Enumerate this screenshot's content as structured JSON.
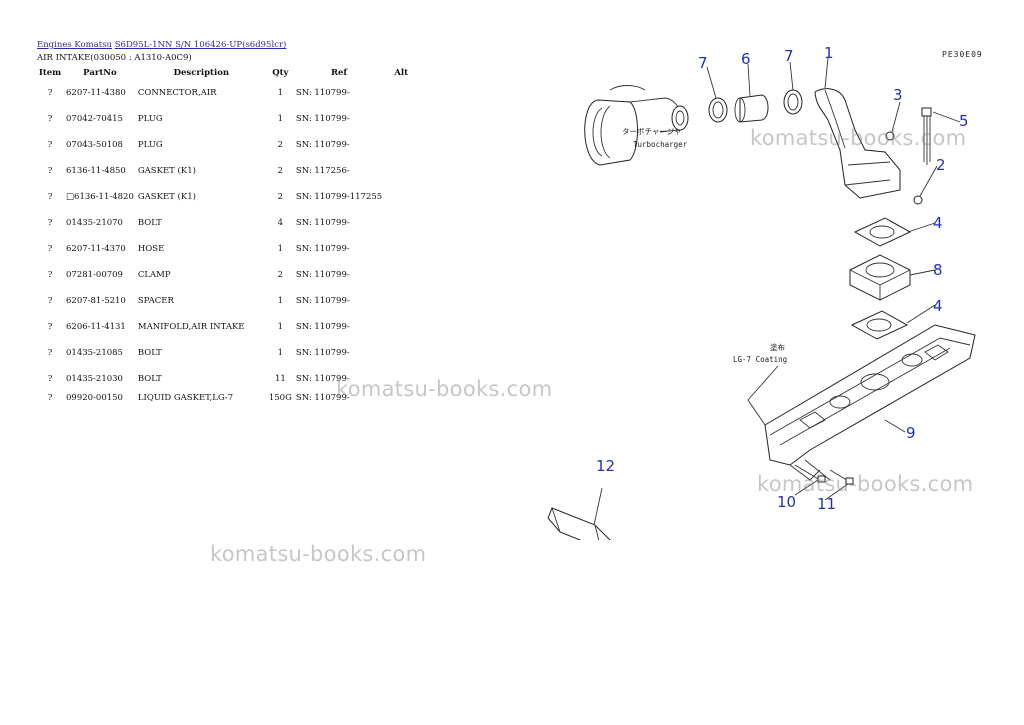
{
  "breadcrumb": {
    "link1": "Engines Komatsu",
    "link2": "S6D95L-1NN S/N 106426-UP(s6d95lcr)"
  },
  "section_title": "AIR INTAKE(030050 : A1310-A0C9)",
  "table": {
    "headers": {
      "item": "Item",
      "part_no": "PartNo",
      "description": "Description",
      "qty": "Qty",
      "ref": "Ref",
      "alt": "Alt"
    },
    "rows": [
      {
        "item": "?",
        "part_no": "6207-11-4380",
        "description": "CONNECTOR,AIR",
        "qty": "1",
        "ref": "SN: 110799-"
      },
      {
        "item": "?",
        "part_no": "07042-70415",
        "description": "PLUG",
        "qty": "1",
        "ref": "SN: 110799-"
      },
      {
        "item": "?",
        "part_no": "07043-50108",
        "description": "PLUG",
        "qty": "2",
        "ref": "SN: 110799-"
      },
      {
        "item": "?",
        "part_no": "6136-11-4850",
        "description": "GASKET (K1)",
        "qty": "2",
        "ref": "SN: 117256-"
      },
      {
        "item": "?",
        "part_no": "□6136-11-4820",
        "description": "GASKET (K1)",
        "qty": "2",
        "ref": "SN: 110799-117255"
      },
      {
        "item": "?",
        "part_no": "01435-21070",
        "description": "BOLT",
        "qty": "4",
        "ref": "SN: 110799-"
      },
      {
        "item": "?",
        "part_no": "6207-11-4370",
        "description": "HOSE",
        "qty": "1",
        "ref": "SN: 110799-"
      },
      {
        "item": "?",
        "part_no": "07281-00709",
        "description": "CLAMP",
        "qty": "2",
        "ref": "SN: 110799-"
      },
      {
        "item": "?",
        "part_no": "6207-81-5210",
        "description": "SPACER",
        "qty": "1",
        "ref": "SN: 110799-"
      },
      {
        "item": "?",
        "part_no": "6206-11-4131",
        "description": "MANIFOLD,AIR INTAKE",
        "qty": "1",
        "ref": "SN: 110799-"
      },
      {
        "item": "?",
        "part_no": "01435-21085",
        "description": "BOLT",
        "qty": "1",
        "ref": "SN: 110799-"
      },
      {
        "item": "?",
        "part_no": "01435-21030",
        "description": "BOLT",
        "qty": "11",
        "ref": "SN: 110799-"
      },
      {
        "item": "?",
        "part_no": "09920-00150",
        "description": "LIQUID GASKET,LG-7",
        "qty": "150G",
        "ref": "SN: 110799-"
      }
    ]
  },
  "watermark": "komatsu-books.com",
  "diagram": {
    "code": "PE30E09",
    "turbo_label_jp": "ターボチャージャ",
    "turbo_label": "Turbocharger",
    "coating_label_jp": "塗布",
    "coating_label": "LG-7 Coating",
    "callouts": [
      "7",
      "6",
      "7",
      "1",
      "3",
      "5",
      "2",
      "4",
      "8",
      "4",
      "9",
      "10",
      "11",
      "12"
    ]
  },
  "colors": {
    "link": "#2a2aa8",
    "callout": "#2233aa",
    "watermark": "#787878"
  }
}
